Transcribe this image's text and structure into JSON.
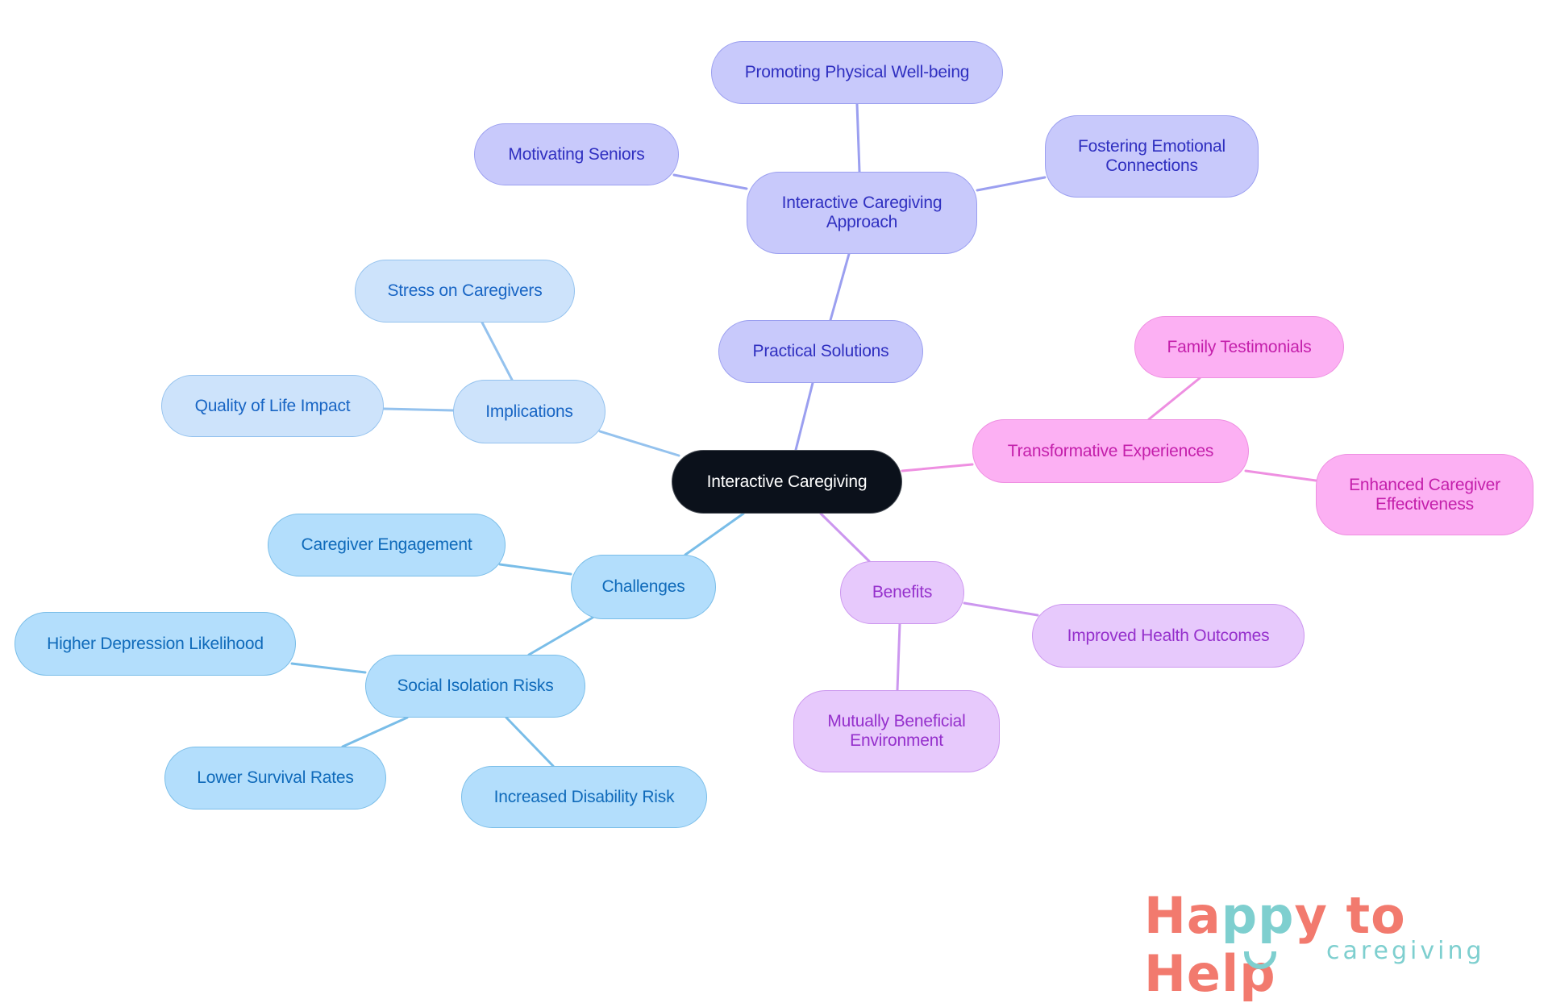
{
  "diagram": {
    "type": "mindmap",
    "root": {
      "id": "root",
      "label": "Interactive Caregiving",
      "color": "#0b111b"
    },
    "branches": [
      {
        "id": "practical",
        "label": "Practical Solutions",
        "parent": "root",
        "palette": "indigo"
      },
      {
        "id": "approach",
        "label": "Interactive Caregiving\nApproach",
        "parent": "practical",
        "palette": "indigo"
      },
      {
        "id": "promoting",
        "label": "Promoting Physical Well-being",
        "parent": "approach",
        "palette": "indigo"
      },
      {
        "id": "motivating",
        "label": "Motivating Seniors",
        "parent": "approach",
        "palette": "indigo"
      },
      {
        "id": "fostering",
        "label": "Fostering Emotional\nConnections",
        "parent": "approach",
        "palette": "indigo"
      },
      {
        "id": "implications",
        "label": "Implications",
        "parent": "root",
        "palette": "pale"
      },
      {
        "id": "stress",
        "label": "Stress on Caregivers",
        "parent": "implications",
        "palette": "pale"
      },
      {
        "id": "quality",
        "label": "Quality of Life Impact",
        "parent": "implications",
        "palette": "pale"
      },
      {
        "id": "challenges",
        "label": "Challenges",
        "parent": "root",
        "palette": "sky"
      },
      {
        "id": "engagement",
        "label": "Caregiver Engagement",
        "parent": "challenges",
        "palette": "sky"
      },
      {
        "id": "isolation",
        "label": "Social Isolation Risks",
        "parent": "challenges",
        "palette": "sky"
      },
      {
        "id": "depression",
        "label": "Higher Depression Likelihood",
        "parent": "isolation",
        "palette": "sky"
      },
      {
        "id": "survival",
        "label": "Lower Survival Rates",
        "parent": "isolation",
        "palette": "sky"
      },
      {
        "id": "disability",
        "label": "Increased Disability Risk",
        "parent": "isolation",
        "palette": "sky"
      },
      {
        "id": "transformative",
        "label": "Transformative Experiences",
        "parent": "root",
        "palette": "pink"
      },
      {
        "id": "family",
        "label": "Family Testimonials",
        "parent": "transformative",
        "palette": "pink"
      },
      {
        "id": "enhanced",
        "label": "Enhanced Caregiver\nEffectiveness",
        "parent": "transformative",
        "palette": "pink"
      },
      {
        "id": "benefits",
        "label": "Benefits",
        "parent": "root",
        "palette": "violet"
      },
      {
        "id": "improved",
        "label": "Improved Health Outcomes",
        "parent": "benefits",
        "palette": "violet"
      },
      {
        "id": "mutually",
        "label": "Mutually Beneficial\nEnvironment",
        "parent": "benefits",
        "palette": "violet"
      }
    ],
    "edge_colors": {
      "indigo": "#9b9ff0",
      "pale": "#94c2ee",
      "sky": "#79bde8",
      "pink": "#ee8fe1",
      "violet": "#cc97ef"
    }
  },
  "logo": {
    "brand_prefix": "Ha",
    "brand_pp": "pp",
    "brand_suffix": "y to Help",
    "tagline": "caregiving",
    "primary_color": "#f27a6e",
    "accent_color": "#7ecfcf"
  }
}
